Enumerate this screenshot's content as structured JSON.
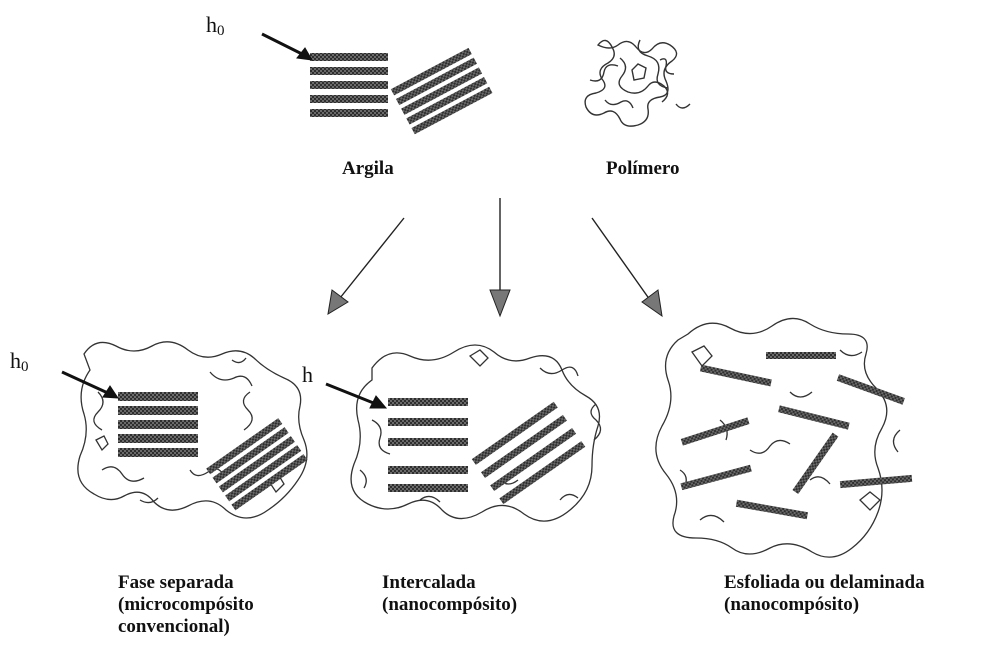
{
  "labels": {
    "argila": "Argila",
    "polimero": "Polímero",
    "fase_separada": [
      "Fase separada",
      "(microcompósito",
      "convencional)"
    ],
    "intercalada": [
      "Intercalada",
      "(nanocompósito)"
    ],
    "esfoliada": [
      "Esfoliada ou delaminada",
      "(nanocompósito)"
    ]
  },
  "spacing_markers": {
    "clay_top": {
      "base": "h",
      "sub": "0"
    },
    "separated": {
      "base": "h",
      "sub": "0"
    },
    "intercalated": {
      "base": "h",
      "sub": ""
    }
  },
  "colors": {
    "ink": "#111111",
    "platelet": "#555555",
    "polymer": "#333333"
  }
}
